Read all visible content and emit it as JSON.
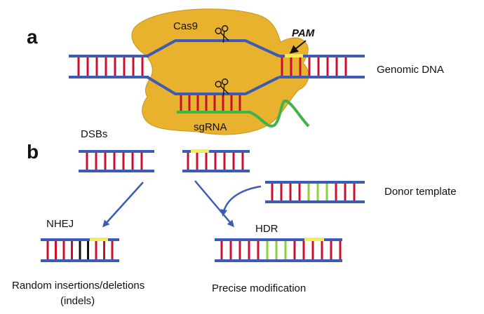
{
  "panel_labels": {
    "a": "a",
    "b": "b"
  },
  "labels": {
    "cas9": "Cas9",
    "pam": "PAM",
    "genomic_dna": "Genomic DNA",
    "sgrna": "sgRNA",
    "dsbs": "DSBs",
    "donor_template": "Donor template",
    "nhej": "NHEJ",
    "hdr": "HDR",
    "random_indels_line1": "Random insertions/deletions",
    "random_indels_line2": "(indels)",
    "precise_modification": "Precise modification"
  },
  "colors": {
    "protein": "#E8B12E",
    "protein_edge": "#C9951D",
    "strand": "#3B5BB5",
    "rung": "#C8102E",
    "pam_mark": "#F4EE55",
    "sgrna": "#3DB54A",
    "donor_rung": "#8CD13C",
    "indel_rung": "#111111",
    "arrow": "#3B5BB5"
  },
  "icons": {
    "scissors_top": "scissors-icon",
    "scissors_bottom": "scissors-icon"
  }
}
